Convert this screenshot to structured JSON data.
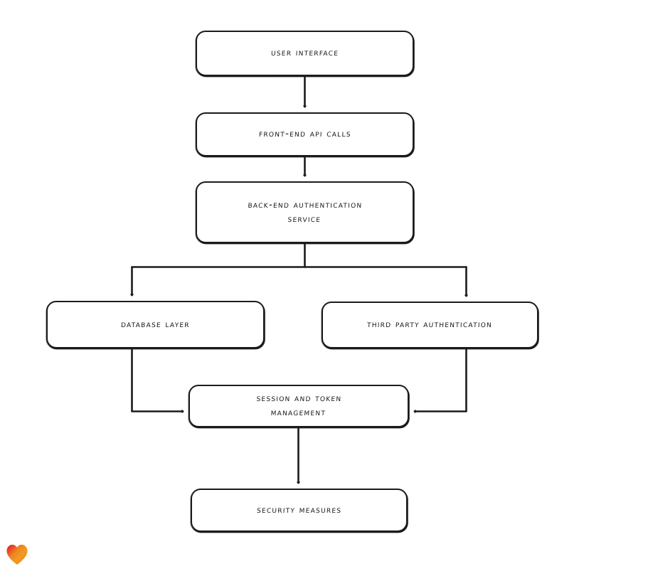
{
  "diagram": {
    "type": "flowchart",
    "style": "hand-drawn",
    "background_color": "#ffffff",
    "stroke_color": "#1b1b1f",
    "text_color": "#15151a",
    "nodes": [
      {
        "id": "ui",
        "label": "User Interface",
        "shape": "rounded-rectangle"
      },
      {
        "id": "api",
        "label": "Front-End API Calls",
        "shape": "rounded-rectangle"
      },
      {
        "id": "backend",
        "label": "Back-End Authentication\nService",
        "shape": "rounded-rectangle"
      },
      {
        "id": "db",
        "label": "Database Layer",
        "shape": "rounded-rectangle"
      },
      {
        "id": "thirdparty",
        "label": "Third Party Authentication",
        "shape": "rounded-rectangle"
      },
      {
        "id": "session",
        "label": "Session and Token\nManagement",
        "shape": "rounded-rectangle"
      },
      {
        "id": "security",
        "label": "Security Measures",
        "shape": "rounded-rectangle"
      }
    ],
    "edges": [
      {
        "from": "ui",
        "to": "api",
        "routing": "straight-down",
        "arrowhead": "end"
      },
      {
        "from": "api",
        "to": "backend",
        "routing": "straight-down",
        "arrowhead": "end"
      },
      {
        "from": "backend",
        "to": "db",
        "routing": "fork-left",
        "arrowhead": "end"
      },
      {
        "from": "backend",
        "to": "thirdparty",
        "routing": "fork-right",
        "arrowhead": "end"
      },
      {
        "from": "db",
        "to": "session",
        "routing": "elbow-right",
        "arrowhead": "end"
      },
      {
        "from": "thirdparty",
        "to": "session",
        "routing": "elbow-left",
        "arrowhead": "end"
      },
      {
        "from": "session",
        "to": "security",
        "routing": "straight-down",
        "arrowhead": "end"
      }
    ]
  },
  "watermark": {
    "icon": "heart-icon",
    "gradient_colors": [
      "#e8252a",
      "#f08a1c",
      "#f5a623",
      "#2f7fe0",
      "#1fb6c9"
    ]
  }
}
